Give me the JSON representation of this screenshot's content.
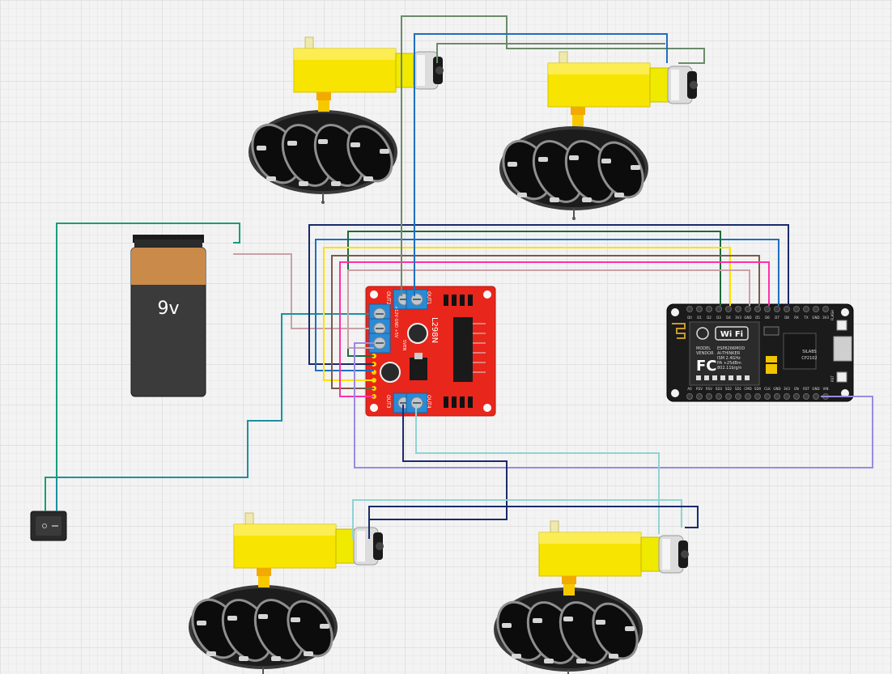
{
  "battery": {
    "label": "9v"
  },
  "driver": {
    "model": "L298N",
    "out1": "OUT1",
    "out2": "OUT2",
    "out3": "OUT3",
    "out4": "OUT4",
    "pwr": "+12V GND +5V",
    "ena": "5VEN"
  },
  "mcu": {
    "wifi": "Wi Fi",
    "model_label": "MODEL",
    "vendor_label": "VENDOR",
    "model": "ESP8266MOD",
    "vendor": "AI-THINKER",
    "ism": "ISM 2.4GHz",
    "pa": "PA +25dBm",
    "std": "802.11b/g/n",
    "fc": "FC",
    "usb_chip_brand": "SILABS",
    "usb_chip": "CP2102",
    "flash": "FLASH",
    "rst": "RST",
    "top_pins": [
      "D0",
      "D1",
      "D2",
      "D3",
      "D4",
      "3V3",
      "GND",
      "D5",
      "D6",
      "D7",
      "D8",
      "RX",
      "TX",
      "GND",
      "3V3"
    ],
    "bottom_pins": [
      "A0",
      "RSV",
      "RSV",
      "SD3",
      "SD2",
      "SD1",
      "CMD",
      "SD0",
      "CLK",
      "GND",
      "3V3",
      "EN",
      "RST",
      "GND",
      "VIN"
    ]
  },
  "colors": {
    "wire_green": "#1a9d78",
    "wire_darkgreen": "#1d6b3c",
    "wire_navy": "#1a2a6c",
    "wire_blue": "#1f6fbf",
    "wire_yellow": "#ffe100",
    "wire_pink": "#ff2fa8",
    "wire_mauve": "#c9a0a8",
    "wire_lavender": "#9a8ae0",
    "wire_teal": "#1e8fa0",
    "wire_lightteal": "#8fd3d3",
    "wire_sage": "#6b8a6b",
    "wire_brown": "#7a5a4a",
    "driver_board": "#e8261b",
    "mcu_board": "#1b1b1b",
    "motor_yellow": "#f7e400"
  }
}
